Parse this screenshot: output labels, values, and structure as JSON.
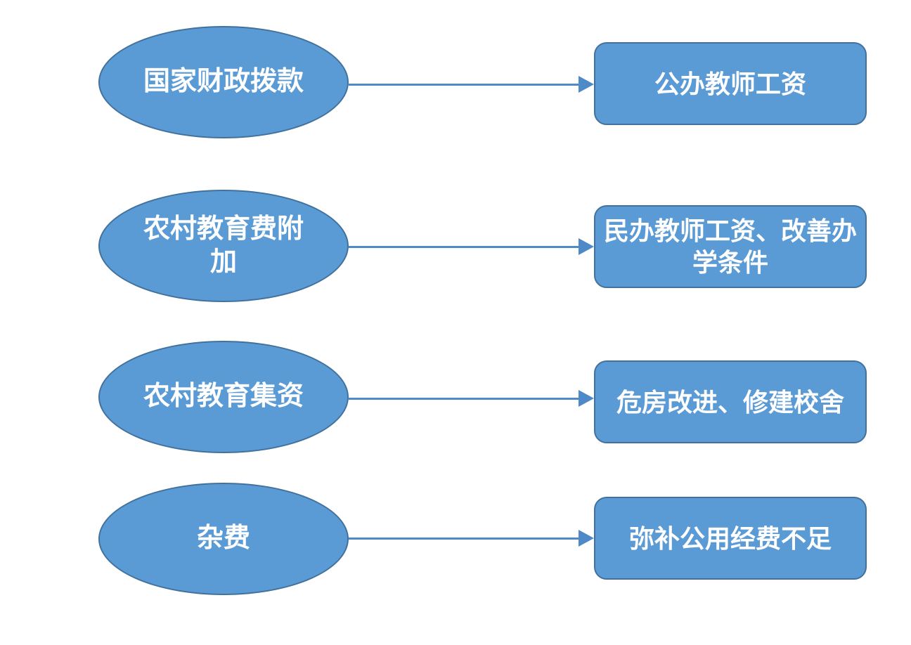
{
  "diagram": {
    "title": "",
    "type": "flow-mapping",
    "colors": {
      "shape_fill": "#5B9BD5",
      "shape_border": "#41719C",
      "arrow": "#4E8AC8",
      "text": "#FFFFFF",
      "background": "#FFFFFF"
    },
    "rows": [
      {
        "source": "国家财政拨款",
        "target": "公办教师工资"
      },
      {
        "source": "农村教育费附加",
        "target": "民办教师工资、改善办学条件"
      },
      {
        "source": "农村教育集资",
        "target": "危房改进、修建校舍"
      },
      {
        "source": "杂费",
        "target": "弥补公用经费不足"
      }
    ]
  }
}
